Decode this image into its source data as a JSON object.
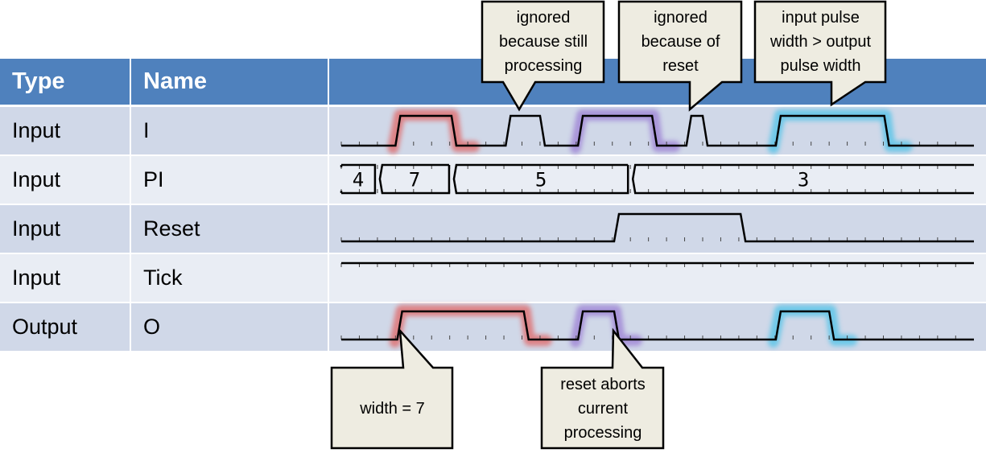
{
  "table": {
    "headers": [
      "Type",
      "Name",
      ""
    ],
    "rows": [
      {
        "type": "Input",
        "name": "I"
      },
      {
        "type": "Input",
        "name": "PI"
      },
      {
        "type": "Input",
        "name": "Reset"
      },
      {
        "type": "Input",
        "name": "Tick"
      },
      {
        "type": "Output",
        "name": "O"
      }
    ]
  },
  "colors": {
    "header": "#4F81BD",
    "row_odd": "#D0D8E8",
    "row_even": "#E9EDF4",
    "highlight_red": "#E06666",
    "highlight_purple": "#9B7FD4",
    "highlight_cyan": "#4FC3E8",
    "callout_fill": "#EEECE1"
  },
  "timing": {
    "tick_count": 35,
    "signals": {
      "I": {
        "edges": [
          [
            3,
            6.1
          ],
          [
            9.1,
            11
          ],
          [
            13.1,
            17.2
          ],
          [
            19.1,
            20
          ],
          [
            24.05,
            30.05
          ]
        ]
      },
      "PI": {
        "segments": [
          {
            "value": "4",
            "start": 0,
            "end": 2
          },
          {
            "value": "7",
            "start": 2,
            "end": 6.1
          },
          {
            "value": "5",
            "start": 6.1,
            "end": 16
          },
          {
            "value": "3",
            "start": 16,
            "end": 35
          }
        ]
      },
      "Reset": {
        "edges": [
          [
            15.1,
            22.1
          ]
        ]
      },
      "Tick": {
        "level": "high"
      },
      "O": {
        "edges": [
          [
            3.1,
            10.1
          ],
          [
            13.1,
            15.1
          ],
          [
            24.05,
            27
          ]
        ]
      }
    },
    "highlights": [
      {
        "signal": "I",
        "start": 3,
        "end": 6.1,
        "color": "red"
      },
      {
        "signal": "I",
        "start": 13.1,
        "end": 17.2,
        "color": "purple"
      },
      {
        "signal": "I",
        "start": 24.05,
        "end": 30.05,
        "color": "cyan"
      },
      {
        "signal": "O",
        "start": 3.1,
        "end": 10.1,
        "color": "red"
      },
      {
        "signal": "O",
        "start": 13.1,
        "end": 15.1,
        "color": "purple"
      },
      {
        "signal": "O",
        "start": 24.05,
        "end": 27,
        "color": "cyan"
      }
    ]
  },
  "callouts": [
    {
      "id": "ignored-still-processing",
      "text": "ignored\nbecause still\nprocessing"
    },
    {
      "id": "ignored-reset",
      "text": "ignored\nbecause of\nreset"
    },
    {
      "id": "input-wider",
      "text": "input pulse\nwidth > output\npulse width"
    },
    {
      "id": "width-7",
      "text": "width = 7"
    },
    {
      "id": "reset-aborts",
      "text": "reset aborts\ncurrent\nprocessing"
    }
  ]
}
